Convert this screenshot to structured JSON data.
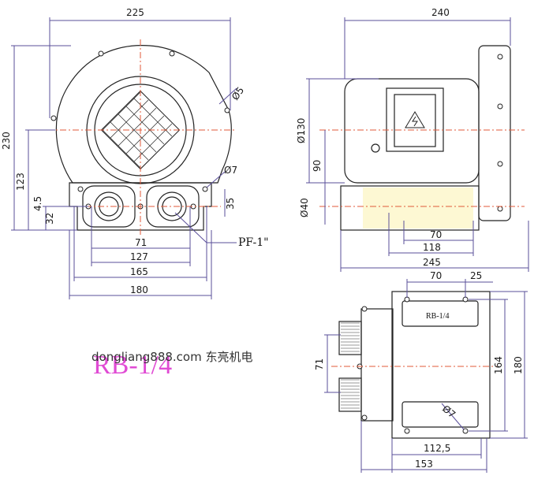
{
  "front_view": {
    "width": "225",
    "height": "230",
    "d5": "Ø5",
    "d7": "Ø7",
    "h123": "123",
    "h45": "4.5",
    "h32": "32",
    "h35": "35",
    "w71": "71",
    "w127": "127",
    "w165": "165",
    "w180": "180",
    "port": "PF-1\""
  },
  "side_view": {
    "length": "240",
    "d130": "Ø130",
    "h90": "90",
    "d40": "Ø40",
    "w70": "70",
    "w118": "118",
    "w245": "245"
  },
  "bottom_view": {
    "w70": "70",
    "w25": "25",
    "h71": "71",
    "h164": "164",
    "h180": "180",
    "d7": "Ø7",
    "w1125": "112,5",
    "w153": "153",
    "nameplate": "RB-1/4"
  },
  "model": "RB-1/4",
  "watermark": "dongliang888.com 东亮机电"
}
